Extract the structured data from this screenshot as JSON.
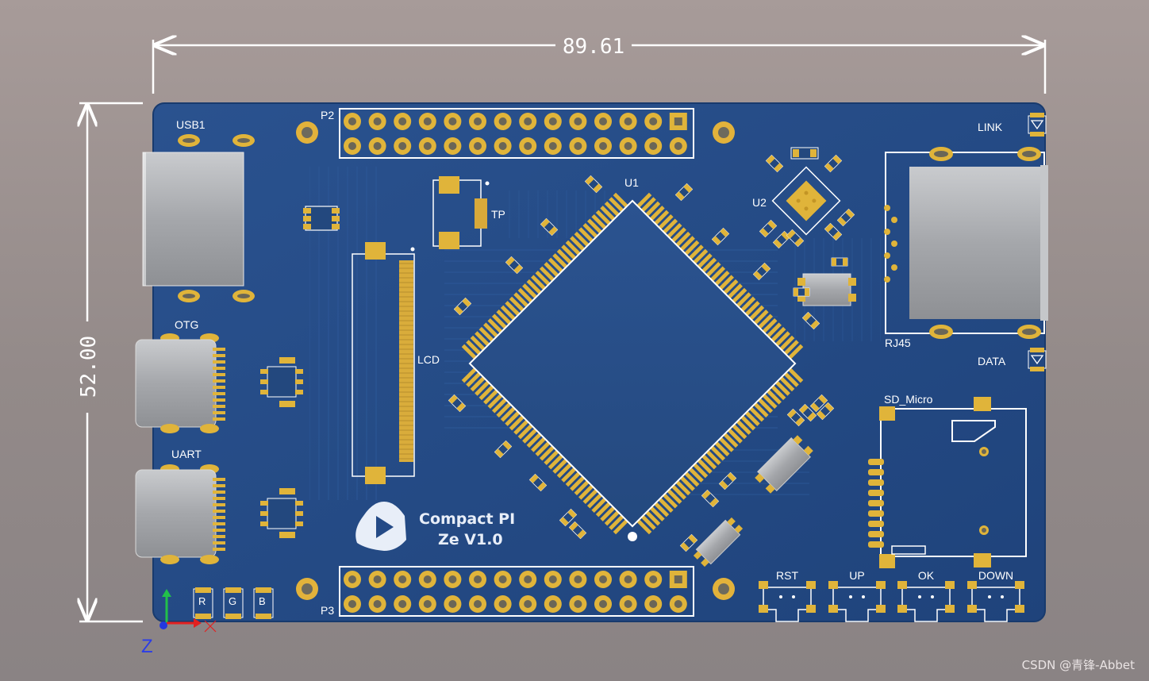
{
  "dimensions": {
    "width": "89.61",
    "height": "52.00"
  },
  "board": {
    "logo_line1": "Compact PI",
    "logo_line2": "Ze V1.0"
  },
  "labels": {
    "usb1": "USB1",
    "p2": "P2",
    "p3": "P3",
    "tp": "TP",
    "u1": "U1",
    "u2": "U2",
    "lcd": "LCD",
    "otg": "OTG",
    "uart": "UART",
    "rj45": "RJ45",
    "link": "LINK",
    "data": "DATA",
    "sd_micro": "SD_Micro",
    "rst": "RST",
    "up": "UP",
    "ok": "OK",
    "down": "DOWN",
    "led_r": "R",
    "led_g": "G",
    "led_b": "B"
  },
  "axes": {
    "z": "Z"
  },
  "watermark": "CSDN @青锋-Abbet",
  "colors": {
    "board": "#244a86",
    "board_edge": "#1d3f75",
    "pad_gold": "#e0b43a",
    "silkscreen": "#ffffff",
    "metal": "#a9abae"
  }
}
